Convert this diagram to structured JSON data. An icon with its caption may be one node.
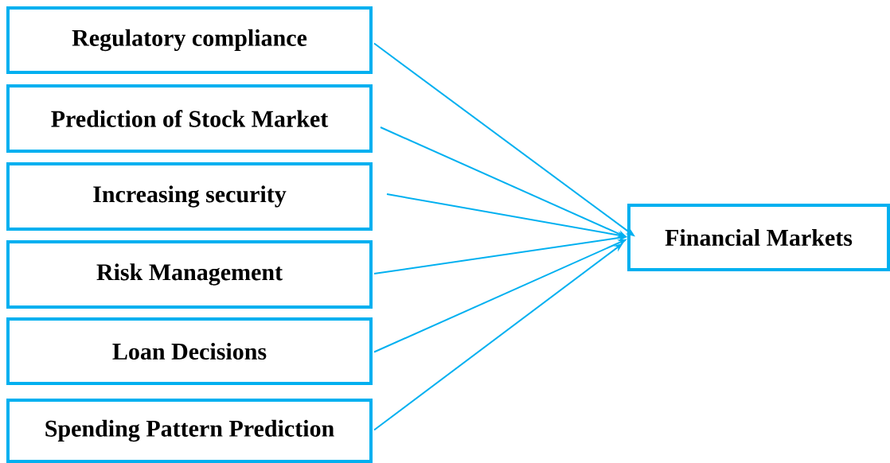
{
  "diagram": {
    "nodes": [
      {
        "text": [
          "Regulatory compliance"
        ]
      },
      {
        "text": [
          "Prediction of Stock Market"
        ]
      },
      {
        "text": [
          "Increasing security"
        ]
      },
      {
        "text": [
          "Risk Management"
        ]
      },
      {
        "text": [
          "Loan Decisions"
        ]
      },
      {
        "text": [
          "Spending Pattern Prediction"
        ]
      },
      {
        "text": [
          "Financial Markets"
        ]
      }
    ],
    "edges": [
      {
        "from": 0,
        "to": 6,
        "arrow": "to"
      },
      {
        "from": 1,
        "to": 6,
        "arrow": "to"
      },
      {
        "from": 2,
        "to": 6,
        "arrow": "to"
      },
      {
        "from": 3,
        "to": 6,
        "arrow": "to"
      },
      {
        "from": 4,
        "to": 6,
        "arrow": "to"
      },
      {
        "from": 5,
        "to": 6,
        "arrow": "to"
      }
    ]
  }
}
